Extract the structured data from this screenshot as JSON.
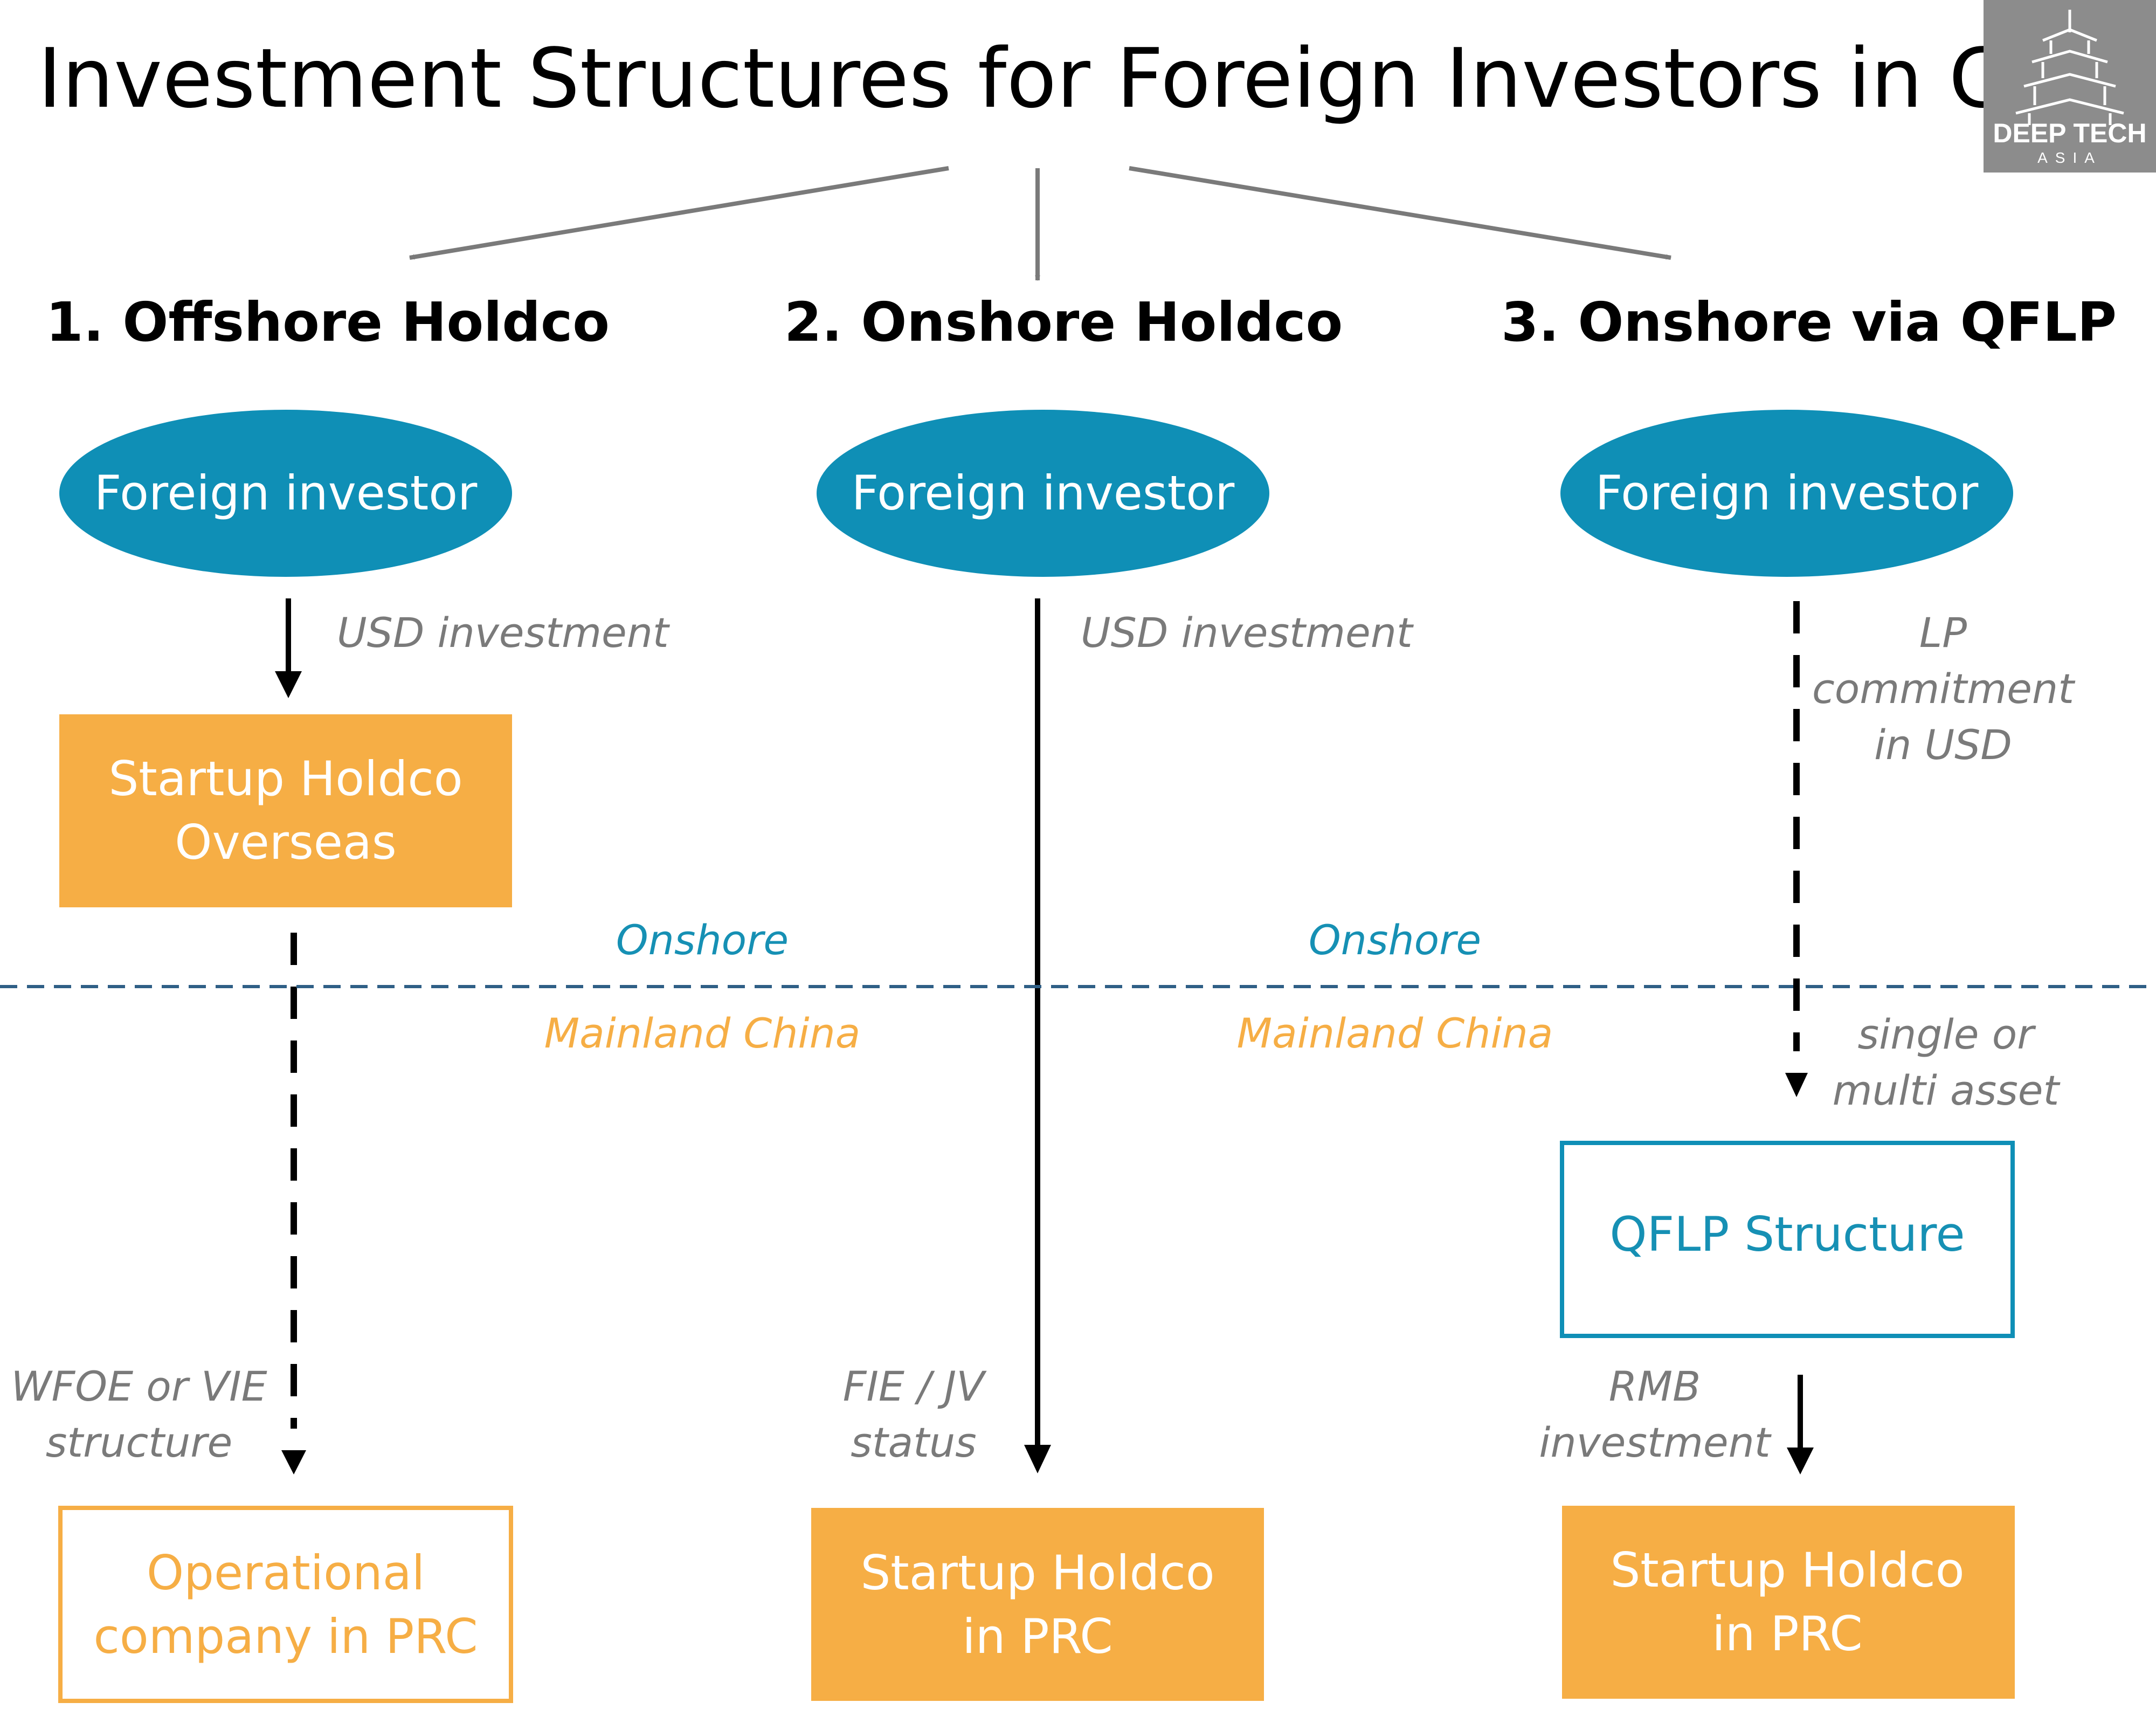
{
  "title": "Investment Structures for Foreign Investors in China",
  "logo": {
    "line1": "DEEP TECH",
    "line2": "ASIA"
  },
  "colors": {
    "teal": "#0f8fb6",
    "orange": "#f6ae45",
    "grey_text": "#7a7a7a",
    "divider": "#2f5f86",
    "logo_bg": "#8c8c8c"
  },
  "zones": {
    "upper": "Onshore",
    "lower": "Mainland China"
  },
  "columns": [
    {
      "heading": "1. Offshore Holdco",
      "investor": "Foreign investor",
      "edge1": [
        "USD investment"
      ],
      "middle": [
        "Startup Holdco",
        "Overseas"
      ],
      "edge2": [
        "WFOE or VIE",
        "structure"
      ],
      "bottom": [
        "Operational",
        "company in PRC"
      ]
    },
    {
      "heading": "2. Onshore Holdco",
      "investor": "Foreign investor",
      "edge1": [
        "USD investment"
      ],
      "edge2": [
        "FIE / JV",
        "status"
      ],
      "bottom": [
        "Startup Holdco",
        "in PRC"
      ]
    },
    {
      "heading": "3. Onshore via QFLP",
      "investor": "Foreign investor",
      "edge1": [
        "LP",
        "commitment",
        "in USD"
      ],
      "edge_mid": [
        "single or",
        "multi asset"
      ],
      "middle": [
        "QFLP Structure"
      ],
      "edge2": [
        "RMB",
        "investment"
      ],
      "bottom": [
        "Startup Holdco",
        "in PRC"
      ]
    }
  ]
}
